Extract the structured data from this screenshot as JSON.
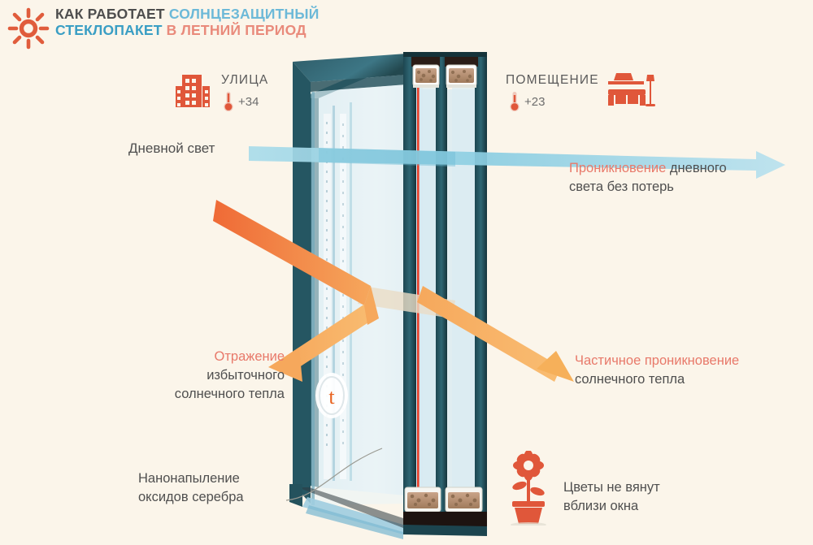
{
  "page": {
    "background_color": "#fbf5ea",
    "language": "ru"
  },
  "header": {
    "sun_icon": "sun-icon",
    "title_line1_part1": "КАК РАБОТАЕТ ",
    "title_line1_part2": "СОЛНЦЕЗАЩИТНЫЙ",
    "title_line2_part1": "СТЕКЛОПАКЕТ ",
    "title_line2_part2": "В ЛЕТНИЙ ПЕРИОД",
    "colors": {
      "dark": "#4e4e4e",
      "light_blue": "#6cb9d8",
      "blue": "#3a9ec4",
      "red": "#e98a7b",
      "accent_orange": "#e8603c"
    }
  },
  "outside": {
    "label": "УЛИЦА",
    "temperature": "+34",
    "building_icon": "building-icon",
    "thermometer_icon": "thermometer-icon"
  },
  "inside": {
    "label": "ПОМЕЩЕНИЕ",
    "temperature": "+23",
    "thermometer_icon": "thermometer-icon",
    "sofa_icon": "sofa-icon",
    "lamp_icon": "floor-lamp-icon"
  },
  "rays": {
    "daylight": {
      "label": "Дневной свет",
      "color": "#9fd2e4"
    },
    "daylight_result": {
      "highlight": "Проникновение",
      "rest": " дневного",
      "line2": "света без потерь"
    },
    "reflection": {
      "highlight": "Отражение",
      "line2": "избыточного",
      "line3": "солнечного тепла",
      "color": "#ef7b3c"
    },
    "partial": {
      "highlight": "Частичное проникновение",
      "line2": "солнечного тепла",
      "color": "#f6b05a"
    }
  },
  "coating": {
    "line1": "Нанонапыление",
    "line2": "оксидов серебра",
    "badge_glyph": "t"
  },
  "flowers": {
    "line1": "Цветы не вянут",
    "line2": "вблизи окна",
    "icon": "flower-pot-icon"
  },
  "chart_data": {
    "type": "diagram",
    "title": "Как работает солнцезащитный стеклопакет в летний период",
    "panes": 3,
    "outside_temp_c": 34,
    "inside_temp_c": 23,
    "flows": [
      {
        "name": "Дневной свет",
        "behavior": "Проникновение дневного света без потерь",
        "color": "#9fd2e4"
      },
      {
        "name": "Избыточное солнечное тепло",
        "behavior": "Отражение",
        "color": "#ef7b3c"
      },
      {
        "name": "Солнечное тепло",
        "behavior": "Частичное проникновение",
        "color": "#f6b05a"
      }
    ]
  }
}
